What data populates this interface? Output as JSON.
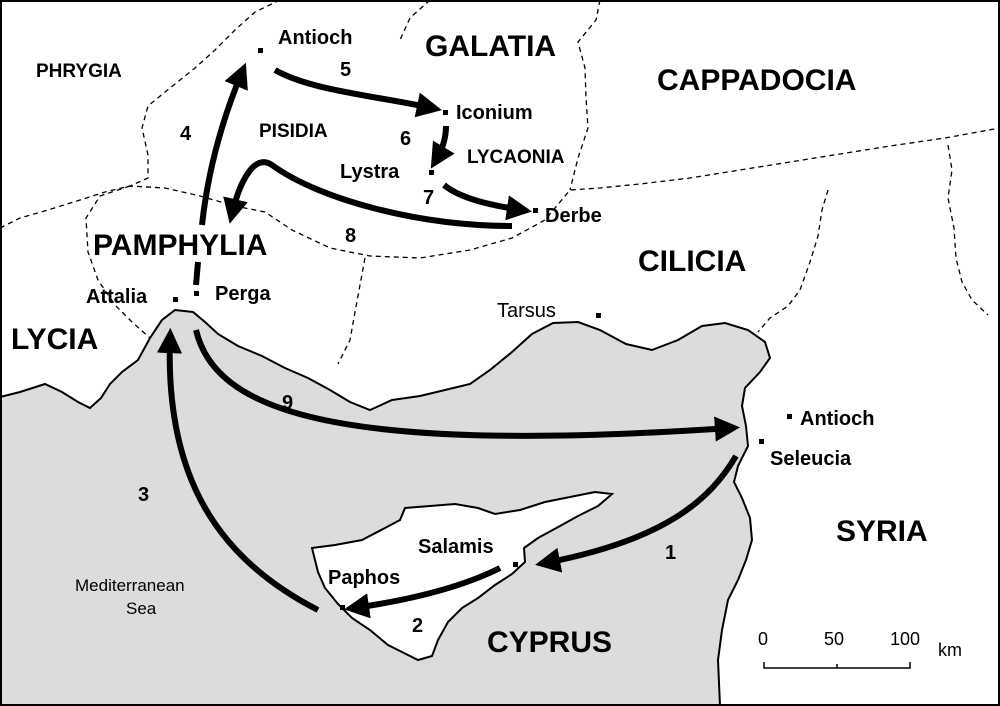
{
  "regions": {
    "phrygia": "PHRYGIA",
    "galatia": "GALATIA",
    "cappadocia": "CAPPADOCIA",
    "pisidia": "PISIDIA",
    "lycaonia": "LYCAONIA",
    "pamphylia": "PAMPHYLIA",
    "cilicia": "CILICIA",
    "lycia": "LYCIA",
    "syria": "SYRIA",
    "cyprus": "CYPRUS"
  },
  "cities": {
    "antioch_pisidia": "Antioch",
    "iconium": "Iconium",
    "lystra": "Lystra",
    "derbe": "Derbe",
    "attalia": "Attalia",
    "perga": "Perga",
    "tarsus": "Tarsus",
    "antioch_syria": "Antioch",
    "seleucia": "Seleucia",
    "salamis": "Salamis",
    "paphos": "Paphos"
  },
  "sea": [
    "Mediterranean",
    "Sea"
  ],
  "route_steps": [
    "1",
    "2",
    "3",
    "4",
    "5",
    "6",
    "7",
    "8",
    "9"
  ],
  "scale_bar": {
    "ticks": [
      "0",
      "50",
      "100"
    ],
    "unit": "km"
  },
  "colors": {
    "sea": "#dcdcdc",
    "land": "#ffffff",
    "route": "#000000",
    "border": "#000000"
  }
}
